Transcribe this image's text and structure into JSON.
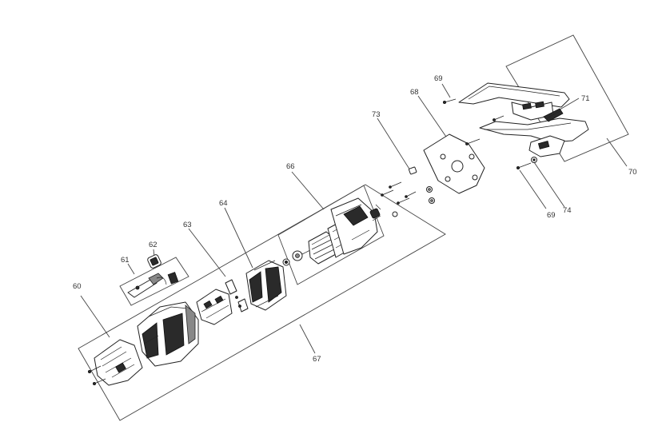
{
  "labels": {
    "p60": "60",
    "p61": "61",
    "p62": "62",
    "p63": "63",
    "p64": "64",
    "p66": "66",
    "p67": "67",
    "p68": "68",
    "p69a": "69",
    "p69b": "69",
    "p70": "70",
    "p71": "71",
    "p73": "73",
    "p74": "74"
  }
}
